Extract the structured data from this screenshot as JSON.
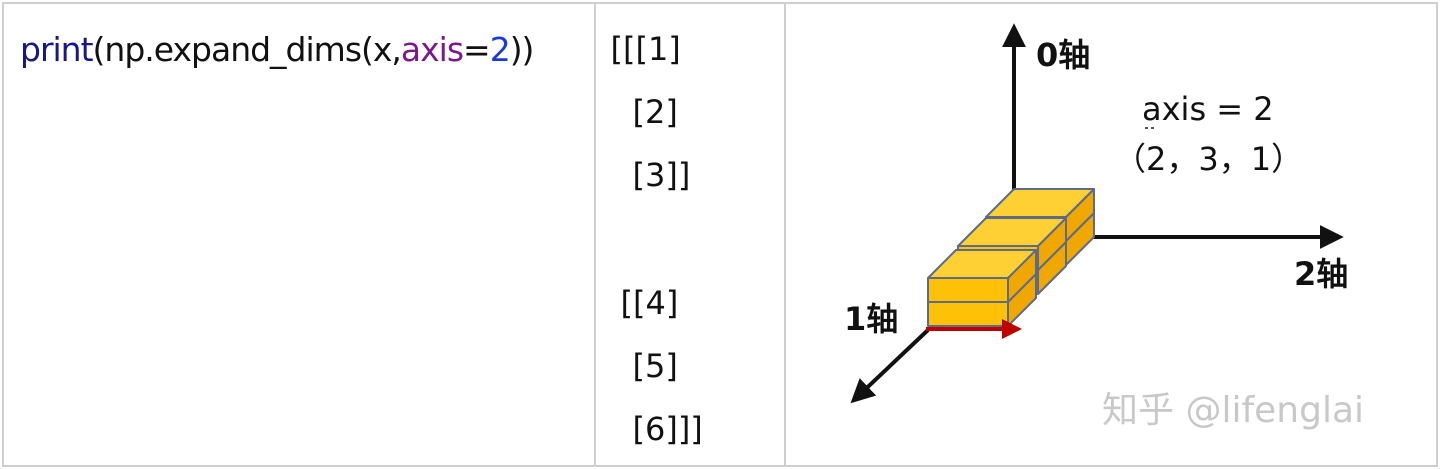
{
  "code_cell": {
    "tokens": [
      {
        "text": "print",
        "role": "fn"
      },
      {
        "text": "(np.expand_dims(x,",
        "role": "plain"
      },
      {
        "text": "axis",
        "role": "kw"
      },
      {
        "text": "=",
        "role": "plain"
      },
      {
        "text": "2",
        "role": "num"
      },
      {
        "text": "))",
        "role": "plain"
      }
    ]
  },
  "output_cell": {
    "lines": [
      "[[[1]",
      "[2]",
      "[3]]",
      "[[4]",
      "[5]",
      "[6]]]"
    ]
  },
  "diagram": {
    "axis0_label": "0轴",
    "axis1_label": "1轴",
    "axis2_label": "2轴",
    "axis_expr": "axis = 2",
    "shape_text": "（2，3，1）",
    "watermark": "知乎 @lifenglai",
    "colors": {
      "cube_top": "#ffd033",
      "cube_front": "#ffc107",
      "cube_side": "#f0a800",
      "cube_edge": "#5a6b8c",
      "highlight_arrow": "#c00000",
      "axis": "#111111",
      "watermark": "#c8c8c8"
    }
  }
}
